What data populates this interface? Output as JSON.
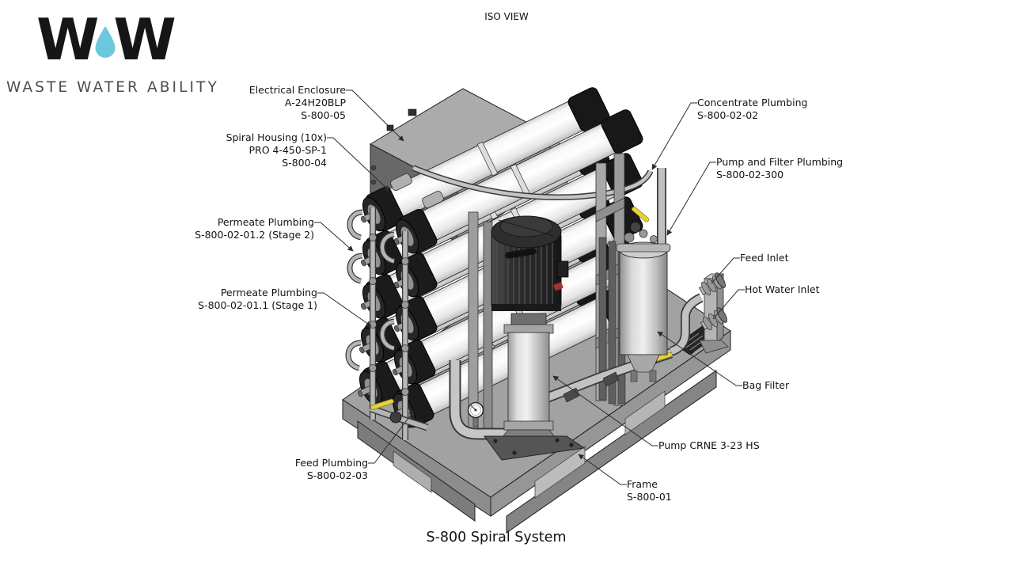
{
  "logo": {
    "w_left": "W",
    "w_right": "W",
    "subtitle": "WASTE WATER ABILITY"
  },
  "view_label": "ISO VIEW",
  "drawing_title": "S-800 Spiral System",
  "colors": {
    "logo_drop_blue": "#6cc8dd",
    "logo_subtitle_gray": "#4b4d51",
    "callout_text": "#131313",
    "valve_handle_yellow": "#e3d23b",
    "machine_gray": "#a2a2a2"
  },
  "callouts": {
    "electrical_enclosure": {
      "lines": [
        "Electrical Enclosure",
        "A-24H20BLP",
        "S-800-05"
      ]
    },
    "spiral_housing": {
      "lines": [
        "Spiral Housing (10x)",
        "PRO 4-450-SP-1",
        "S-800-04"
      ]
    },
    "permeate_stage2": {
      "lines": [
        "Permeate Plumbing",
        "S-800-02-01.2 (Stage 2)"
      ]
    },
    "permeate_stage1": {
      "lines": [
        "Permeate Plumbing",
        "S-800-02-01.1 (Stage 1)"
      ]
    },
    "feed_plumbing": {
      "lines": [
        "Feed Plumbing",
        "S-800-02-03"
      ]
    },
    "concentrate_plumbing": {
      "lines": [
        "Concentrate Plumbing",
        "S-800-02-02"
      ]
    },
    "pump_filter_plumbing": {
      "lines": [
        "Pump and Filter Plumbing",
        "S-800-02-300"
      ]
    },
    "feed_inlet": {
      "lines": [
        "Feed Inlet"
      ]
    },
    "hot_water_inlet": {
      "lines": [
        "Hot Water Inlet"
      ]
    },
    "bag_filter": {
      "lines": [
        "Bag Filter"
      ]
    },
    "pump": {
      "lines": [
        "Pump CRNE 3-23 HS"
      ]
    },
    "frame": {
      "lines": [
        "Frame",
        "S-800-01"
      ]
    }
  }
}
